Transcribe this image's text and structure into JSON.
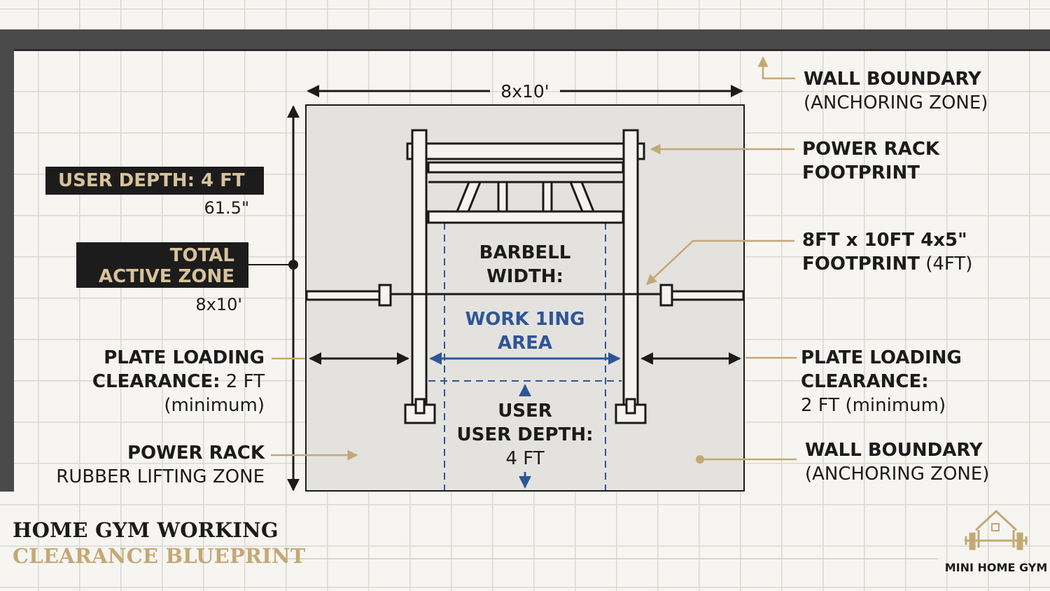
{
  "dimensions": {
    "top_width": "8x10'",
    "user_depth_sub": "61.5\"",
    "total_active_zone_sub": "8x10'"
  },
  "tags": {
    "user_depth": "USER DEPTH: 4 FT",
    "total_active_zone_line1": "TOTAL",
    "total_active_zone_line2": "ACTIVE ZONE"
  },
  "left_labels": {
    "plate_loading_line1": "PLATE LOADING",
    "plate_loading_bold2": "CLEARANCE:",
    "plate_loading_value": " 2 FT",
    "plate_loading_line3": "(minimum)",
    "power_rack_line1": "POWER RACK",
    "power_rack_line2": "RUBBER LIFTING ZONE"
  },
  "right_labels": {
    "wall_boundary_top_line1": "WALL BOUNDARY",
    "wall_boundary_top_line2": "(ANCHORING ZONE)",
    "power_rack_footprint_line1": "POWER RACK",
    "power_rack_footprint_line2": "FOOTPRINT",
    "footprint_line1": "8FT x 10FT 4x5\"",
    "footprint_line2_bold": "FOOTPRINT",
    "footprint_line2_reg": " (4FT)",
    "plate_loading_line1": "PLATE LOADING",
    "plate_loading_line2": "CLEARANCE:",
    "plate_loading_line3": "2 FT (minimum)",
    "wall_boundary_bottom_line1": "WALL BOUNDARY",
    "wall_boundary_bottom_line2": "(ANCHORING ZONE)"
  },
  "center_labels": {
    "barbell_line1": "BARBELL",
    "barbell_line2": "WIDTH:",
    "working_line1": "WORK 1ING",
    "working_line2": "AREA",
    "user_line1": "USER",
    "user_line2": "USER DEPTH:",
    "user_line3": "4 FT"
  },
  "title": {
    "line1": "HOME GYM WORKING",
    "line2": "CLEARANCE BLUEPRINT"
  },
  "logo": {
    "name": "MINI HOME GYM",
    "icon": "house-dumbbell-icon"
  },
  "colors": {
    "wall": "#4a4a4a",
    "mat": "#e3e2de",
    "gold": "#c4a874",
    "blue": "#2f5597",
    "dark": "#1c1c1c"
  }
}
